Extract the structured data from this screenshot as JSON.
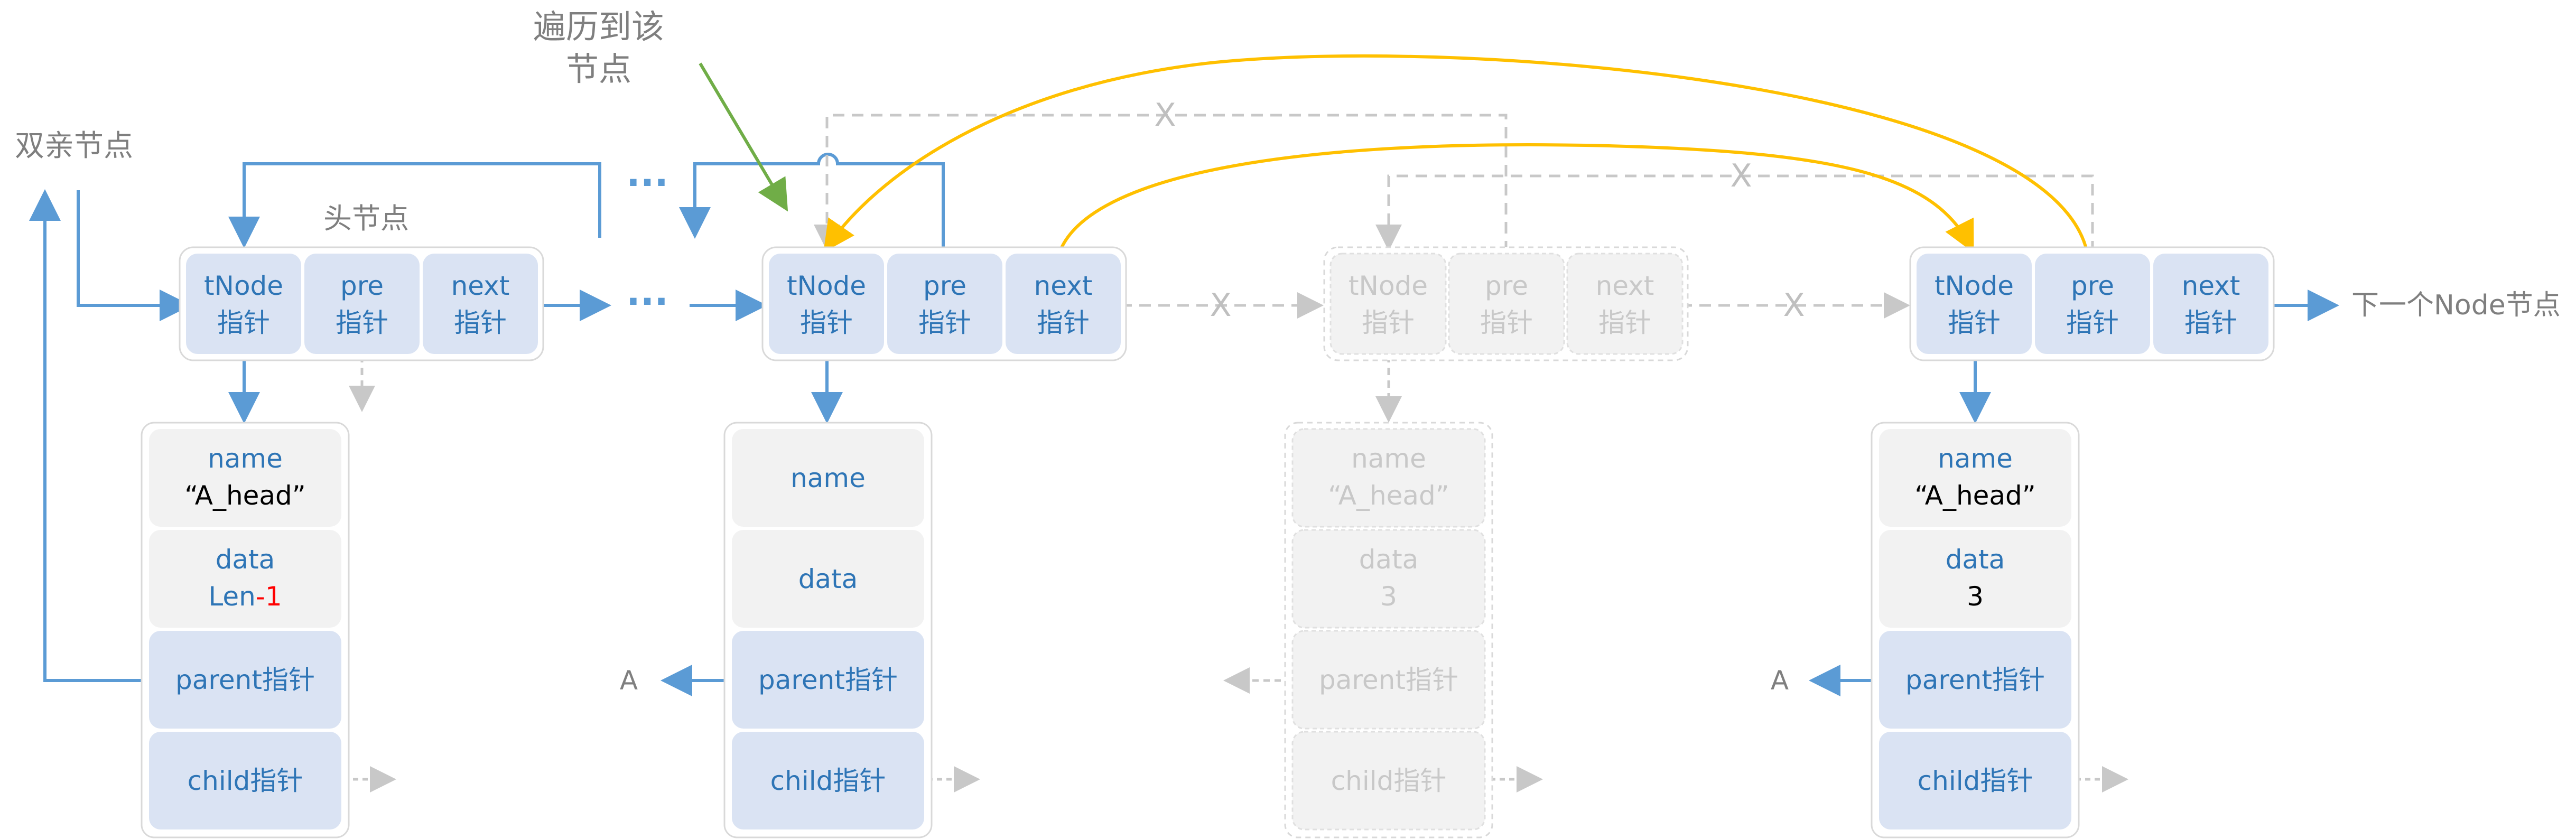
{
  "labels": {
    "traverse_note_line1": "遍历到该",
    "traverse_note_line2": "节点",
    "parent_node": "双亲节点",
    "head_node": "头节点",
    "next_node": "下一个Node节点",
    "ellipsis_top": "···",
    "ellipsis_mid": "···",
    "cross_mark": "X",
    "parent_target": "A"
  },
  "pointer_cells": {
    "tnode_line1": "tNode",
    "pre_line1": "pre",
    "next_line1": "next",
    "line2": "指针"
  },
  "node_fields": {
    "name_label": "name",
    "data_label": "data",
    "parent_ptr": "parent指针",
    "child_ptr": "child指针"
  },
  "node_values": {
    "head_name": "“A_head”",
    "head_data_prefix": "Len",
    "head_data_suffix": "-1",
    "removed_name": "“A_head”",
    "removed_data": "3",
    "last_name": "“A_head”",
    "last_data": "3"
  },
  "colors": {
    "blue_line": "#5b9bd5",
    "blue_text": "#2e75b6",
    "cell_fill": "#dae3f3",
    "field_fill": "#f2f2f2",
    "orange_arrow": "#ffc000",
    "green_arrow": "#70ad47",
    "grey_dashed": "#c8c8c8"
  }
}
